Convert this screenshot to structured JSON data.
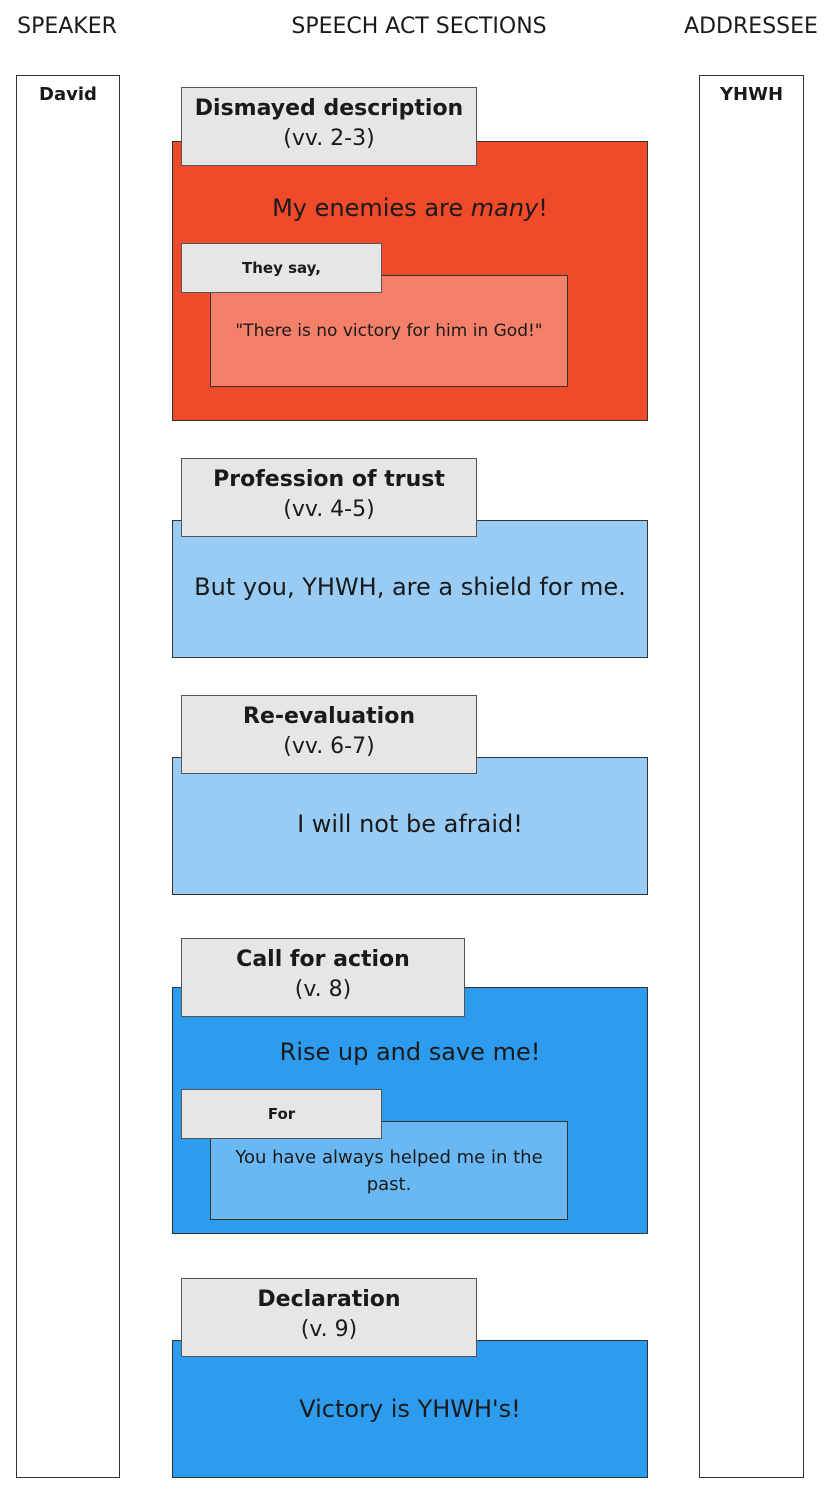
{
  "headers": {
    "speaker": "SPEAKER",
    "sections": "SPEECH ACT SECTIONS",
    "addressee": "ADDRESSEE"
  },
  "speaker_name": "David",
  "addressee_name": "YHWH",
  "sections": [
    {
      "title": "Dismayed description",
      "verses": "(vv. 2-3)",
      "text_before": "My enemies are ",
      "text_emphasis": "many",
      "text_after": "!",
      "sub": {
        "label": "They say,",
        "text": "\"There is no victory for him in God!\""
      }
    },
    {
      "title": "Profession of trust",
      "verses": "(vv. 4-5)",
      "text": "But you, YHWH, are a shield for me."
    },
    {
      "title": "Re-evaluation",
      "verses": "(vv. 6-7)",
      "text": "I will not be afraid!"
    },
    {
      "title": "Call for action",
      "verses": "(v. 8)",
      "text": "Rise up and save me!",
      "sub": {
        "label": "For",
        "text": "You have always helped me in the past."
      }
    },
    {
      "title": "Declaration",
      "verses": "(v. 9)",
      "text": "Victory is YHWH's!"
    }
  ],
  "colors": {
    "dismayed": "#f04a2a",
    "dismayed_inner": "#f5806a",
    "light_blue": "#99ccf5",
    "blue": "#2e9cee",
    "blue_inner": "#6ab8f3",
    "tab_gray": "#e6e6e6"
  }
}
